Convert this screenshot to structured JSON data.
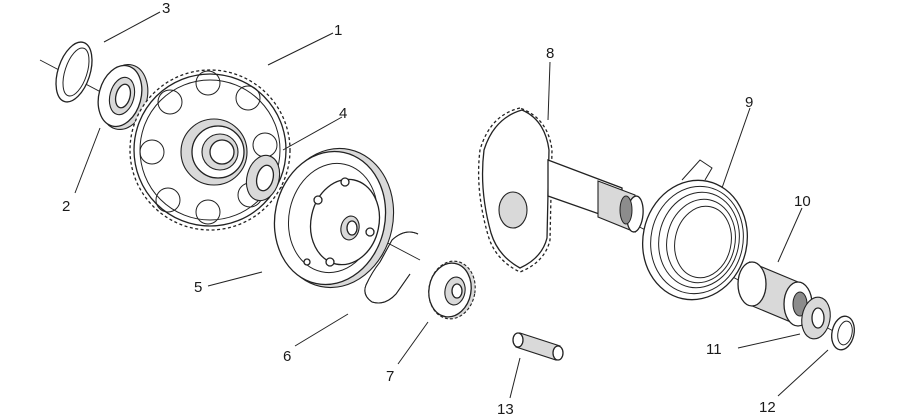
{
  "diagram": {
    "callouts": [
      {
        "id": "1",
        "text": "1"
      },
      {
        "id": "2",
        "text": "2"
      },
      {
        "id": "3",
        "text": "3"
      },
      {
        "id": "4",
        "text": "4"
      },
      {
        "id": "5",
        "text": "5"
      },
      {
        "id": "6",
        "text": "6"
      },
      {
        "id": "7",
        "text": "7"
      },
      {
        "id": "8",
        "text": "8"
      },
      {
        "id": "9",
        "text": "9"
      },
      {
        "id": "10",
        "text": "10"
      },
      {
        "id": "11",
        "text": "11"
      },
      {
        "id": "12",
        "text": "12"
      },
      {
        "id": "13",
        "text": "13"
      }
    ],
    "colors": {
      "line": "#222222",
      "shade": "#d9d9d9",
      "dark": "#8c8c8c",
      "background": "#ffffff"
    }
  }
}
